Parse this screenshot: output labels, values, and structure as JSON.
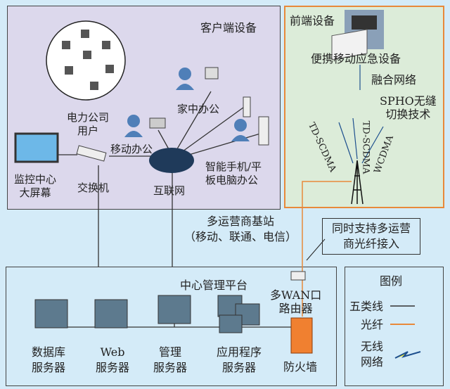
{
  "client": {
    "title": "客户端设备",
    "power_users": [
      "电力公司",
      "用户"
    ],
    "home_office": "家中办公",
    "mobile_office": "移动办公",
    "smartphone_office": [
      "智能手机/平",
      "板电脑办公"
    ],
    "monitor": [
      "监控中心",
      "大屏幕"
    ],
    "switch": "交换机",
    "internet": "互联网"
  },
  "front": {
    "title": "前端设备",
    "portable": "便携移动应急设备",
    "fusion": "融合网络",
    "spho": [
      "SPHO无缝",
      "切换技术"
    ],
    "signals": [
      "TD-SCDMA",
      "TD-SCDMA",
      "WCDMA"
    ]
  },
  "base_station": [
    "多运营商基站",
    "（移动、联通、电信）"
  ],
  "callout": [
    "同时支持多运营",
    "商光纤接入"
  ],
  "center": {
    "title": "中心管理平台",
    "router": [
      "多WAN口",
      "路由器"
    ],
    "servers": [
      [
        "数据库",
        "服务器"
      ],
      [
        "Web",
        "服务器"
      ],
      [
        "管理",
        "服务器"
      ],
      [
        "应用程序",
        "服务器"
      ]
    ],
    "firewall": "防火墙"
  },
  "legend": {
    "title": "图例",
    "cat5": "五类线",
    "fiber": "光纤",
    "wireless": [
      "无线",
      "网络"
    ]
  },
  "colors": {
    "fiber": "#e8893a",
    "client_bg": "#dcd8ec",
    "front_bg": "#dcecd9"
  }
}
